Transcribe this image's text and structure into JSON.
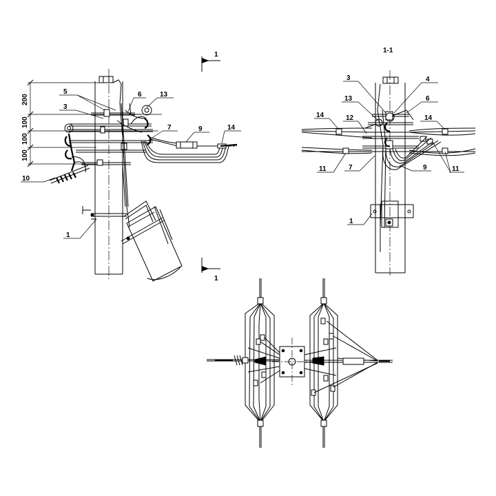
{
  "section_markers": {
    "top": "1",
    "bottom": "1"
  },
  "section_title": "1-1",
  "dimensions": {
    "d1": "200",
    "d2": "100",
    "d3": "100",
    "d4": "100"
  },
  "callouts": {
    "side": {
      "n5": "5",
      "n3": "3",
      "n6": "6",
      "n13": "13",
      "n7": "7",
      "n9": "9",
      "n14": "14",
      "n10": "10",
      "n1": "1"
    },
    "section": {
      "n3": "3",
      "n4": "4",
      "n13": "13",
      "n6": "6",
      "n14a": "14",
      "n14b": "14",
      "n12": "12",
      "n11a": "11",
      "n11b": "11",
      "n7": "7",
      "n9": "9",
      "n1": "1"
    }
  }
}
